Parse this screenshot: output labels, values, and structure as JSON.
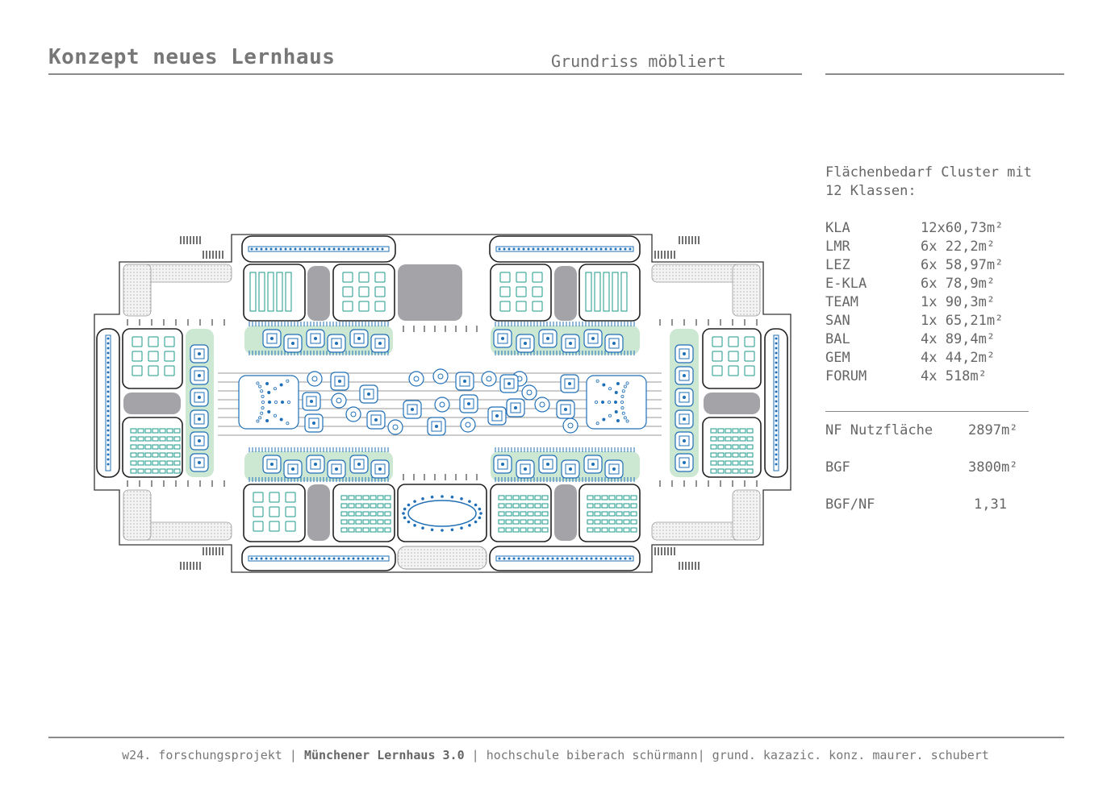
{
  "header": {
    "title": "Konzept neues Lernhaus",
    "subtitle": "Grundriss möbliert"
  },
  "panel": {
    "heading_line1": "Flächenbedarf Cluster mit",
    "heading_line2": "12 Klassen:",
    "rooms": [
      {
        "code": "KLA",
        "area": "12x60,73m²"
      },
      {
        "code": "LMR",
        "area": "6x 22,2m²"
      },
      {
        "code": "LEZ",
        "area": "6x 58,97m²"
      },
      {
        "code": "E-KLA",
        "area": "6x 78,9m²"
      },
      {
        "code": "TEAM",
        "area": "1x 90,3m²"
      },
      {
        "code": "SAN",
        "area": "1x 65,21m²"
      },
      {
        "code": "BAL",
        "area": "4x 89,4m²"
      },
      {
        "code": "GEM",
        "area": "4x 44,2m²"
      },
      {
        "code": "FORUM",
        "area": "4x 518m²"
      }
    ],
    "totals": [
      {
        "label": "NF Nutzfläche",
        "value": "2897m²"
      },
      {
        "label": "BGF",
        "value": "3800m²"
      },
      {
        "label": "BGF/NF",
        "value": "1,31"
      }
    ]
  },
  "footer": {
    "part1": "w24. forschungsprojekt | ",
    "part2": "Münchener Lernhaus 3.0",
    "part3": " | hochschule biberach schürmann| grund. kazazic. konz. maurer. schubert"
  },
  "colors": {
    "wall": "#222222",
    "blue": "#1f6fb8",
    "teal": "#1a9a8a",
    "green_zone": "#cde8d2",
    "grey_core": "#a4a3a8",
    "text": "#6f6f6f"
  }
}
